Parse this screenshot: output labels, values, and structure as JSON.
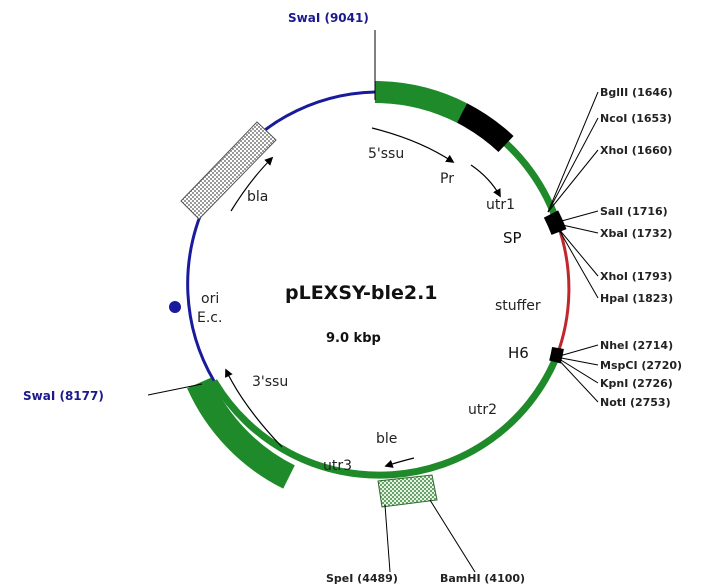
{
  "plasmid": {
    "name": "pLEXSY-ble2.1",
    "size": "9.0 kbp"
  },
  "features": {
    "ssu5": "5'ssu",
    "pr": "Pr",
    "utr1": "utr1",
    "sp": "SP",
    "stuffer": "stuffer",
    "h6": "H6",
    "utr2": "utr2",
    "ble": "ble",
    "utr3": "utr3",
    "ssu3": "3'ssu",
    "bla": "bla",
    "ori": "ori",
    "ec": "E.c."
  },
  "sites": {
    "swal_top": "SwaI (9041)",
    "swal_left": "SwaI (8177)",
    "bglII": "BglII (1646)",
    "ncoI": "NcoI (1653)",
    "xhoI_1": "XhoI (1660)",
    "salI": "SalI (1716)",
    "xbaI": "XbaI (1732)",
    "xhoI_2": "XhoI (1793)",
    "hpaI": "HpaI (1823)",
    "nheI": "NheI (2714)",
    "mspCI": "MspCI (2720)",
    "kpnI": "KpnI (2726)",
    "notI": "NotI (2753)",
    "speI": "SpeI (4489)",
    "bamHI": "BamHI (4100)"
  },
  "colors": {
    "green": "#1f8a2a",
    "blue": "#1a1a9c",
    "red": "#c0272d",
    "black": "#000000",
    "hatch": "#c8c8c8"
  }
}
